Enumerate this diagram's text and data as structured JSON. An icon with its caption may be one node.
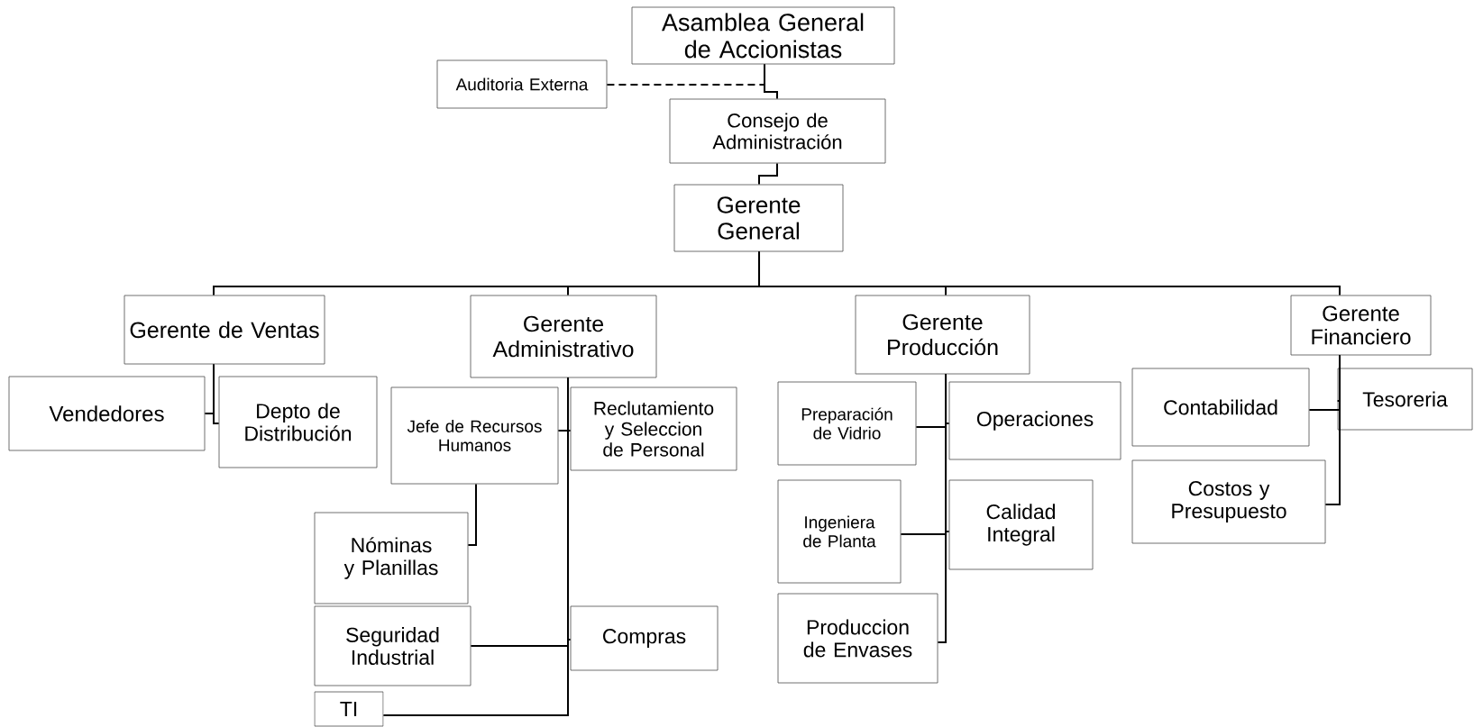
{
  "diagram": {
    "nodes": [
      {
        "text": [
          "Asamblea General de Accionistas"
        ]
      },
      {
        "text": [
          "Auditoria Externa"
        ]
      },
      {
        "text": [
          "Consejo de Administración"
        ]
      },
      {
        "text": [
          "Gerente General"
        ]
      },
      {
        "text": [
          "Gerente de Ventas"
        ]
      },
      {
        "text": [
          "Gerente Administrativo"
        ]
      },
      {
        "text": [
          "Gerente Producción"
        ]
      },
      {
        "text": [
          "Gerente Financiero"
        ]
      },
      {
        "text": [
          "Vendedores"
        ]
      },
      {
        "text": [
          "Depto de Distribución"
        ]
      },
      {
        "text": [
          "Jefe de Recursos Humanos"
        ]
      },
      {
        "text": [
          "Reclutamiento y Seleccion de Personal"
        ]
      },
      {
        "text": [
          "Preparación de Vidrio"
        ]
      },
      {
        "text": [
          "Operaciones"
        ]
      },
      {
        "text": [
          "Contabilidad"
        ]
      },
      {
        "text": [
          "Tesoreria"
        ]
      },
      {
        "text": [
          "Costos y Presupuesto"
        ]
      },
      {
        "text": [
          "Nóminas y Planillas"
        ]
      },
      {
        "text": [
          "Seguridad Industrial"
        ]
      },
      {
        "text": [
          "Compras"
        ]
      },
      {
        "text": [
          "Ingeniera de Planta"
        ]
      },
      {
        "text": [
          "Calidad Integral"
        ]
      },
      {
        "text": [
          "Produccion de Envases"
        ]
      },
      {
        "text": [
          "TI"
        ]
      }
    ],
    "edges": [
      {
        "from": 0,
        "to": 2,
        "arrow": "none"
      },
      {
        "from": 1,
        "to": 0,
        "arrow": "none",
        "style": "dashed"
      },
      {
        "from": 2,
        "to": 3,
        "arrow": "none"
      },
      {
        "from": 3,
        "to": 4,
        "arrow": "none"
      },
      {
        "from": 3,
        "to": 5,
        "arrow": "none"
      },
      {
        "from": 3,
        "to": 6,
        "arrow": "none"
      },
      {
        "from": 3,
        "to": 7,
        "arrow": "none"
      },
      {
        "from": 4,
        "to": 8,
        "arrow": "none"
      },
      {
        "from": 4,
        "to": 9,
        "arrow": "none"
      },
      {
        "from": 5,
        "to": 10,
        "arrow": "none"
      },
      {
        "from": 5,
        "to": 11,
        "arrow": "none"
      },
      {
        "from": 10,
        "to": 17,
        "arrow": "none"
      },
      {
        "from": 5,
        "to": 18,
        "arrow": "none"
      },
      {
        "from": 5,
        "to": 19,
        "arrow": "none"
      },
      {
        "from": 5,
        "to": 23,
        "arrow": "none"
      },
      {
        "from": 6,
        "to": 12,
        "arrow": "none"
      },
      {
        "from": 6,
        "to": 13,
        "arrow": "none"
      },
      {
        "from": 6,
        "to": 20,
        "arrow": "none"
      },
      {
        "from": 6,
        "to": 21,
        "arrow": "none"
      },
      {
        "from": 6,
        "to": 22,
        "arrow": "none"
      },
      {
        "from": 7,
        "to": 14,
        "arrow": "none"
      },
      {
        "from": 7,
        "to": 15,
        "arrow": "none"
      },
      {
        "from": 7,
        "to": 16,
        "arrow": "none"
      }
    ]
  }
}
